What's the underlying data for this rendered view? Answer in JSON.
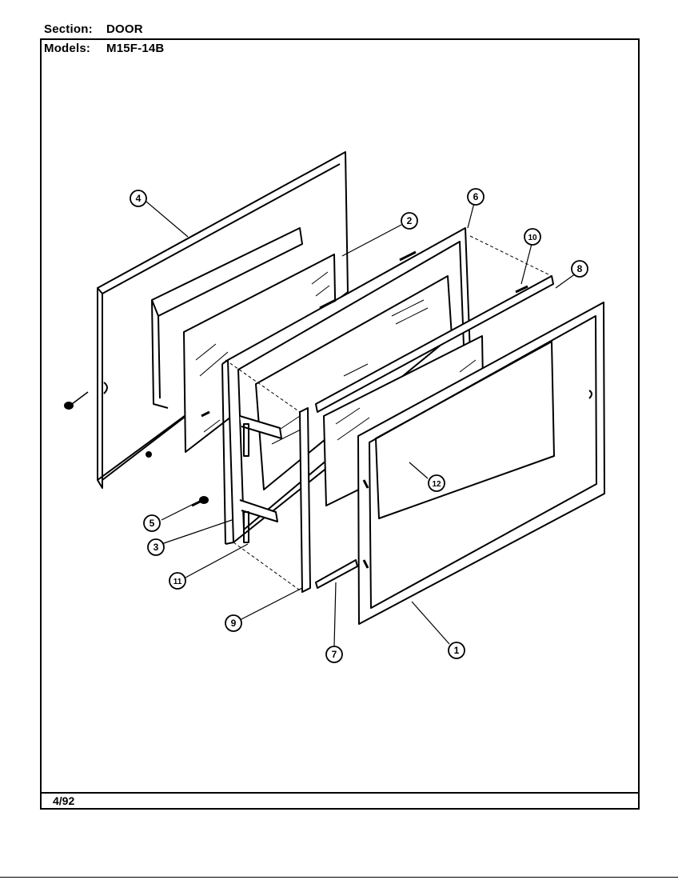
{
  "header": {
    "section_label": "Section:",
    "section_value": "DOOR",
    "models_label": "Models:",
    "models_value": "M15F-14B"
  },
  "footer": {
    "date": "4/92"
  },
  "callouts": [
    "1",
    "2",
    "3",
    "5",
    "6",
    "7",
    "8",
    "9",
    "10",
    "11",
    "12",
    "4"
  ]
}
